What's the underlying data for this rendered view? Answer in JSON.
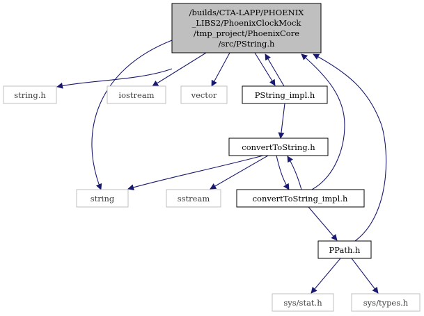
{
  "graph": {
    "nodes": [
      {
        "id": "root",
        "lines": [
          "/builds/CTA-LAPP/PHOENIX",
          "_LIBS2/PhoenixClockMock",
          "/tmp_project/PhoenixCore",
          "/src/PString.h"
        ],
        "style": "root"
      },
      {
        "id": "string_h",
        "lines": [
          "string.h"
        ],
        "style": "external"
      },
      {
        "id": "iostream",
        "lines": [
          "iostream"
        ],
        "style": "external"
      },
      {
        "id": "vector",
        "lines": [
          "vector"
        ],
        "style": "external"
      },
      {
        "id": "pstring_impl",
        "lines": [
          "PString_impl.h"
        ],
        "style": "local"
      },
      {
        "id": "converttostring",
        "lines": [
          "convertToString.h"
        ],
        "style": "local"
      },
      {
        "id": "string",
        "lines": [
          "string"
        ],
        "style": "external"
      },
      {
        "id": "sstream",
        "lines": [
          "sstream"
        ],
        "style": "external"
      },
      {
        "id": "converttostring_impl",
        "lines": [
          "convertToString_impl.h"
        ],
        "style": "local"
      },
      {
        "id": "ppath",
        "lines": [
          "PPath.h"
        ],
        "style": "local"
      },
      {
        "id": "sys_stat",
        "lines": [
          "sys/stat.h"
        ],
        "style": "external"
      },
      {
        "id": "sys_types",
        "lines": [
          "sys/types.h"
        ],
        "style": "external"
      }
    ],
    "edges": [
      {
        "from": "root",
        "to": "string_h"
      },
      {
        "from": "root",
        "to": "iostream"
      },
      {
        "from": "root",
        "to": "vector"
      },
      {
        "from": "root",
        "to": "pstring_impl"
      },
      {
        "from": "root",
        "to": "string"
      },
      {
        "from": "pstring_impl",
        "to": "root"
      },
      {
        "from": "pstring_impl",
        "to": "converttostring"
      },
      {
        "from": "converttostring",
        "to": "string"
      },
      {
        "from": "converttostring",
        "to": "sstream"
      },
      {
        "from": "converttostring",
        "to": "converttostring_impl"
      },
      {
        "from": "converttostring_impl",
        "to": "converttostring"
      },
      {
        "from": "converttostring_impl",
        "to": "root"
      },
      {
        "from": "converttostring_impl",
        "to": "ppath"
      },
      {
        "from": "ppath",
        "to": "root"
      },
      {
        "from": "ppath",
        "to": "sys_stat"
      },
      {
        "from": "ppath",
        "to": "sys_types"
      }
    ],
    "colors": {
      "edge": "#191970",
      "root_fill": "#bfbfbf",
      "root_border": "#000000",
      "local_border": "#000000",
      "external_border": "#bfbfbf",
      "external_text": "#404040",
      "text": "#000000"
    }
  }
}
